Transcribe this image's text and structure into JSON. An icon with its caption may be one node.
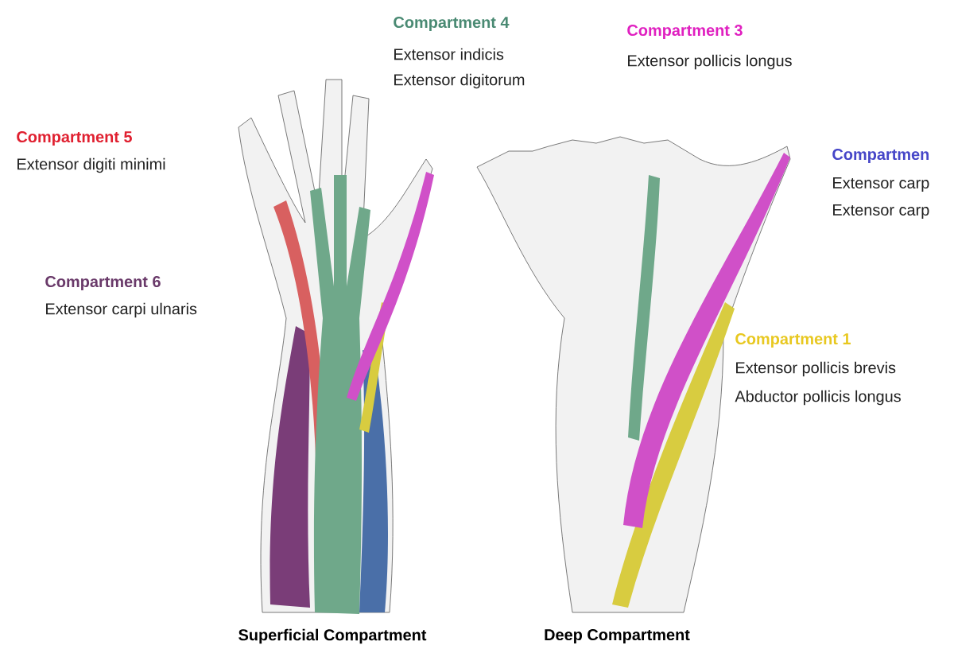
{
  "diagram": {
    "labels": [
      "Compartment 4",
      "Extensor indicis",
      "Extensor digitorum",
      "Compartment 3",
      "Extensor pollicis longus",
      "Compartment 5",
      "Extensor digiti minimi",
      "Compartmen",
      "Extensor carp",
      "Extensor carp",
      "Compartment 6",
      "Extensor carpi ulnaris",
      "Compartment 1",
      "Extensor pollicis brevis",
      "Abductor pollicis longus",
      "Superficial Compartment",
      "Deep Compartment"
    ]
  }
}
